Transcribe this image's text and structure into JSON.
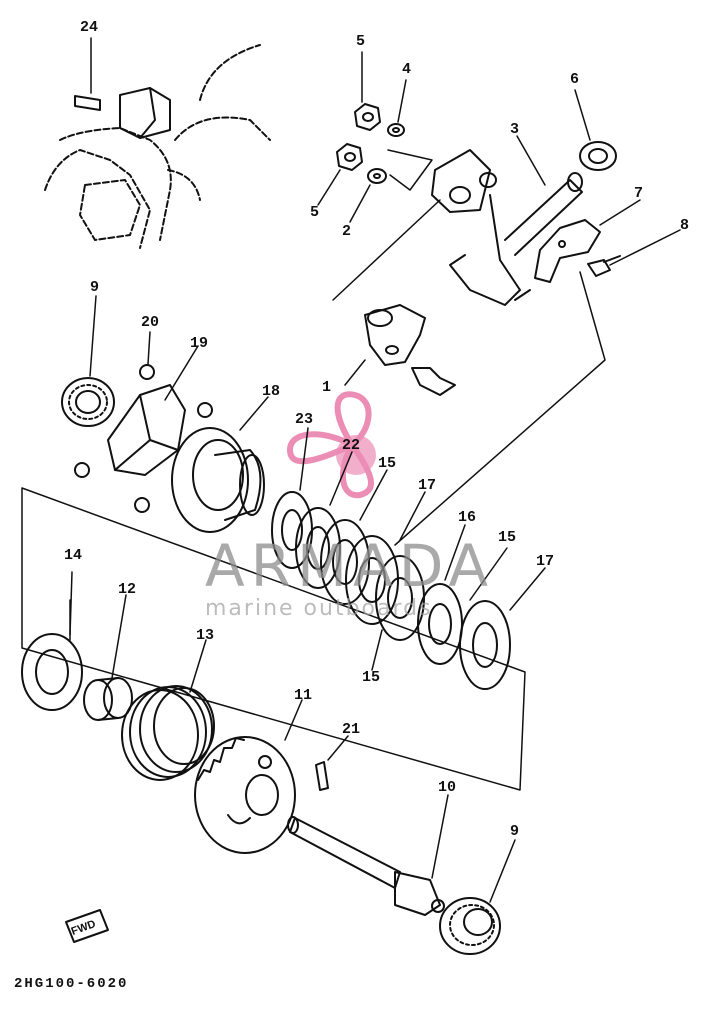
{
  "diagram": {
    "drawing_code": "2HG100-6020",
    "fwd_label": "FWD",
    "watermark": {
      "brand": "ARMADA",
      "tagline": "marine outboards",
      "color": "#e87aa8"
    },
    "callouts": [
      {
        "id": "c24",
        "label": "24"
      },
      {
        "id": "c5a",
        "label": "5"
      },
      {
        "id": "c4",
        "label": "4"
      },
      {
        "id": "c6",
        "label": "6"
      },
      {
        "id": "c3",
        "label": "3"
      },
      {
        "id": "c5b",
        "label": "5"
      },
      {
        "id": "c2",
        "label": "2"
      },
      {
        "id": "c7",
        "label": "7"
      },
      {
        "id": "c8",
        "label": "8"
      },
      {
        "id": "c9a",
        "label": "9"
      },
      {
        "id": "c20",
        "label": "20"
      },
      {
        "id": "c19",
        "label": "19"
      },
      {
        "id": "c1",
        "label": "1"
      },
      {
        "id": "c18",
        "label": "18"
      },
      {
        "id": "c23",
        "label": "23"
      },
      {
        "id": "c22",
        "label": "22"
      },
      {
        "id": "c15a",
        "label": "15"
      },
      {
        "id": "c17a",
        "label": "17"
      },
      {
        "id": "c16",
        "label": "16"
      },
      {
        "id": "c15b",
        "label": "15"
      },
      {
        "id": "c17b",
        "label": "17"
      },
      {
        "id": "c14",
        "label": "14"
      },
      {
        "id": "c12",
        "label": "12"
      },
      {
        "id": "c13",
        "label": "13"
      },
      {
        "id": "c15c",
        "label": "15"
      },
      {
        "id": "c11",
        "label": "11"
      },
      {
        "id": "c21",
        "label": "21"
      },
      {
        "id": "c10",
        "label": "10"
      },
      {
        "id": "c9b",
        "label": "9"
      }
    ]
  }
}
